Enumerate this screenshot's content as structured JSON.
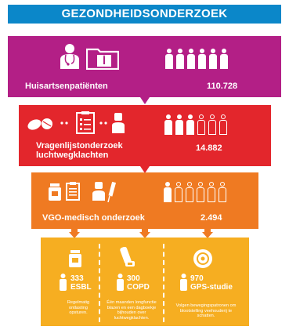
{
  "title": "GEZONDHEIDSONDERZOEK",
  "tiers": [
    {
      "label": "Huisartsenpatiënten",
      "count": "110.728",
      "filled": 6,
      "outline": 0
    },
    {
      "label": "Vragenlijstonderzoek luchtwegklachten",
      "count": "14.882",
      "filled": 3,
      "outline": 3
    },
    {
      "label": "VGO-medisch onderzoek",
      "count": "2.494",
      "filled": 1,
      "outline": 5
    }
  ],
  "substudies": [
    {
      "number": "333",
      "name": "ESBL",
      "desc": "Regelmatig ontlasting opsturen."
    },
    {
      "number": "300",
      "name": "COPD",
      "desc": "Één maanden longfunctie blazen en een dagboekje bijhouden over luchtwegklachten."
    },
    {
      "number": "970",
      "name": "GPS-studie",
      "desc": "Volgen bewegingspatronen om blootstelling veehouderij te schatten."
    }
  ],
  "colors": {
    "title_bar": "#0b87c9",
    "tier1": "#b31f86",
    "tier2": "#e3262c",
    "tier3": "#ef7a22",
    "tier4": "#f6ae21"
  }
}
